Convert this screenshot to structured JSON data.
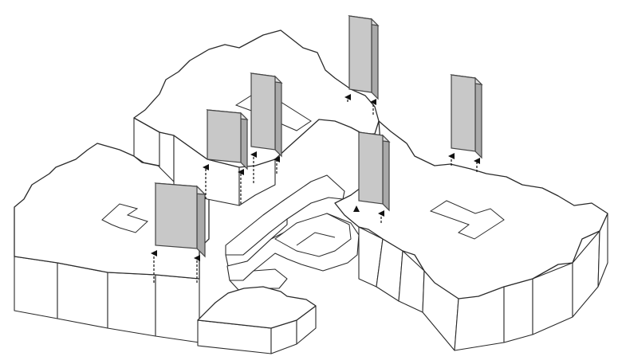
{
  "colors": {
    "panel_front": "#c8c8c8",
    "panel_side": "#a9a9a9",
    "panel_top": "#e3e3e3",
    "line": "#2a2a2a",
    "background": "#ffffff"
  },
  "panels": [
    {
      "name": "panel-1"
    },
    {
      "name": "panel-2"
    },
    {
      "name": "panel-3"
    },
    {
      "name": "panel-4"
    },
    {
      "name": "panel-5"
    },
    {
      "name": "panel-6"
    }
  ]
}
